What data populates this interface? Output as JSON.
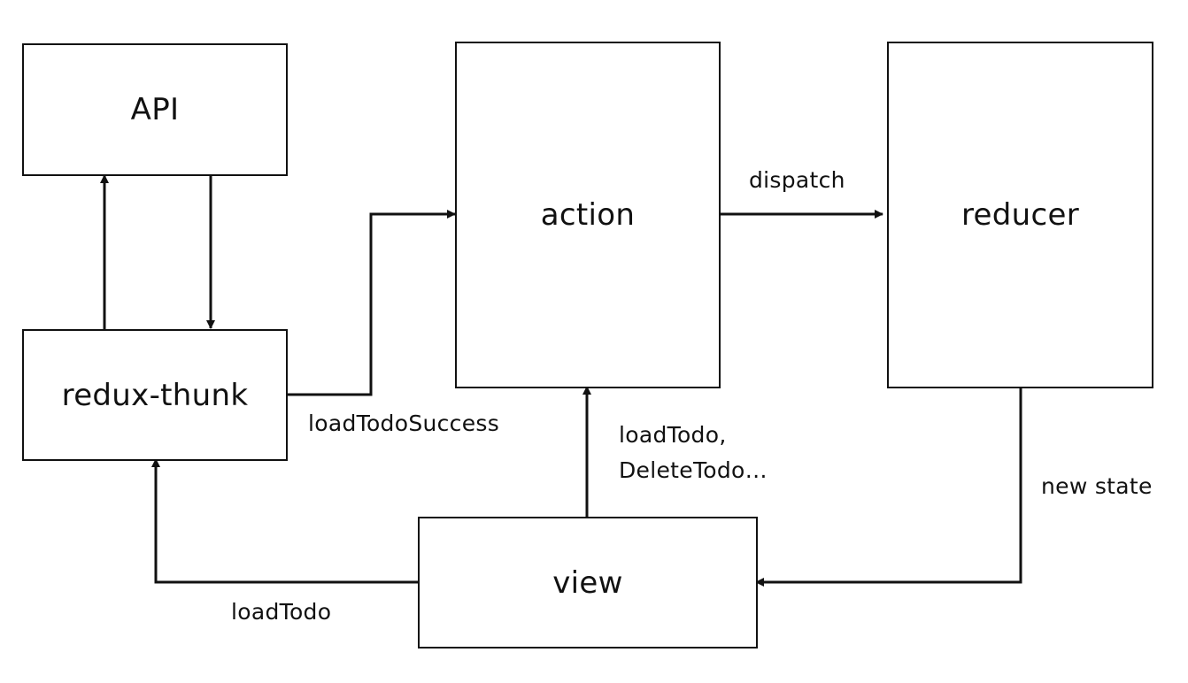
{
  "nodes": {
    "api": "API",
    "action": "action",
    "reducer": "reducer",
    "redux_thunk": "redux-thunk",
    "view": "view"
  },
  "edges": {
    "thunk_to_action": "loadTodoSuccess",
    "action_to_reducer": "dispatch",
    "view_to_action_line1": "loadTodo,",
    "view_to_action_line2": "DeleteTodo…",
    "reducer_to_view": "new state",
    "view_to_thunk": "loadTodo"
  },
  "colors": {
    "stroke": "#111111",
    "background": "#ffffff"
  }
}
